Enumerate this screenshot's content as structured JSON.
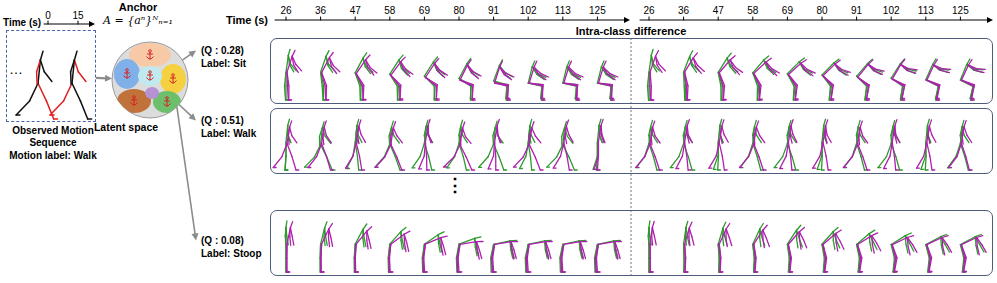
{
  "diagram": {
    "nodes": [
      {
        "text": [
          "Observed Motion Sequence",
          "Motion label: Walk"
        ]
      },
      {
        "text": [
          "Anchor",
          "A = {aⁿ}ᴺₙ₌₁",
          "Latent space"
        ]
      },
      {
        "text": [
          "(Q : 0.28)",
          "Label: Sit"
        ]
      },
      {
        "text": [
          "(Q : 0.51)",
          "Label: Walk"
        ]
      },
      {
        "text": [
          "(Q : 0.08)",
          "Label: Stoop"
        ]
      }
    ],
    "edges": [
      {
        "from": 0,
        "to": 1,
        "arrow": "to"
      },
      {
        "from": 1,
        "to": 2,
        "arrow": "to"
      },
      {
        "from": 1,
        "to": 3,
        "arrow": "to"
      },
      {
        "from": 1,
        "to": 4,
        "arrow": "to"
      }
    ],
    "labels": [
      "Time (s)",
      "0",
      "15",
      "…",
      "Time (s)",
      "26",
      "36",
      "47",
      "58",
      "69",
      "80",
      "91",
      "102",
      "113",
      "125",
      "26",
      "36",
      "47",
      "58",
      "69",
      "80",
      "91",
      "102",
      "113",
      "125",
      "Intra-class difference",
      "⋮"
    ]
  }
}
